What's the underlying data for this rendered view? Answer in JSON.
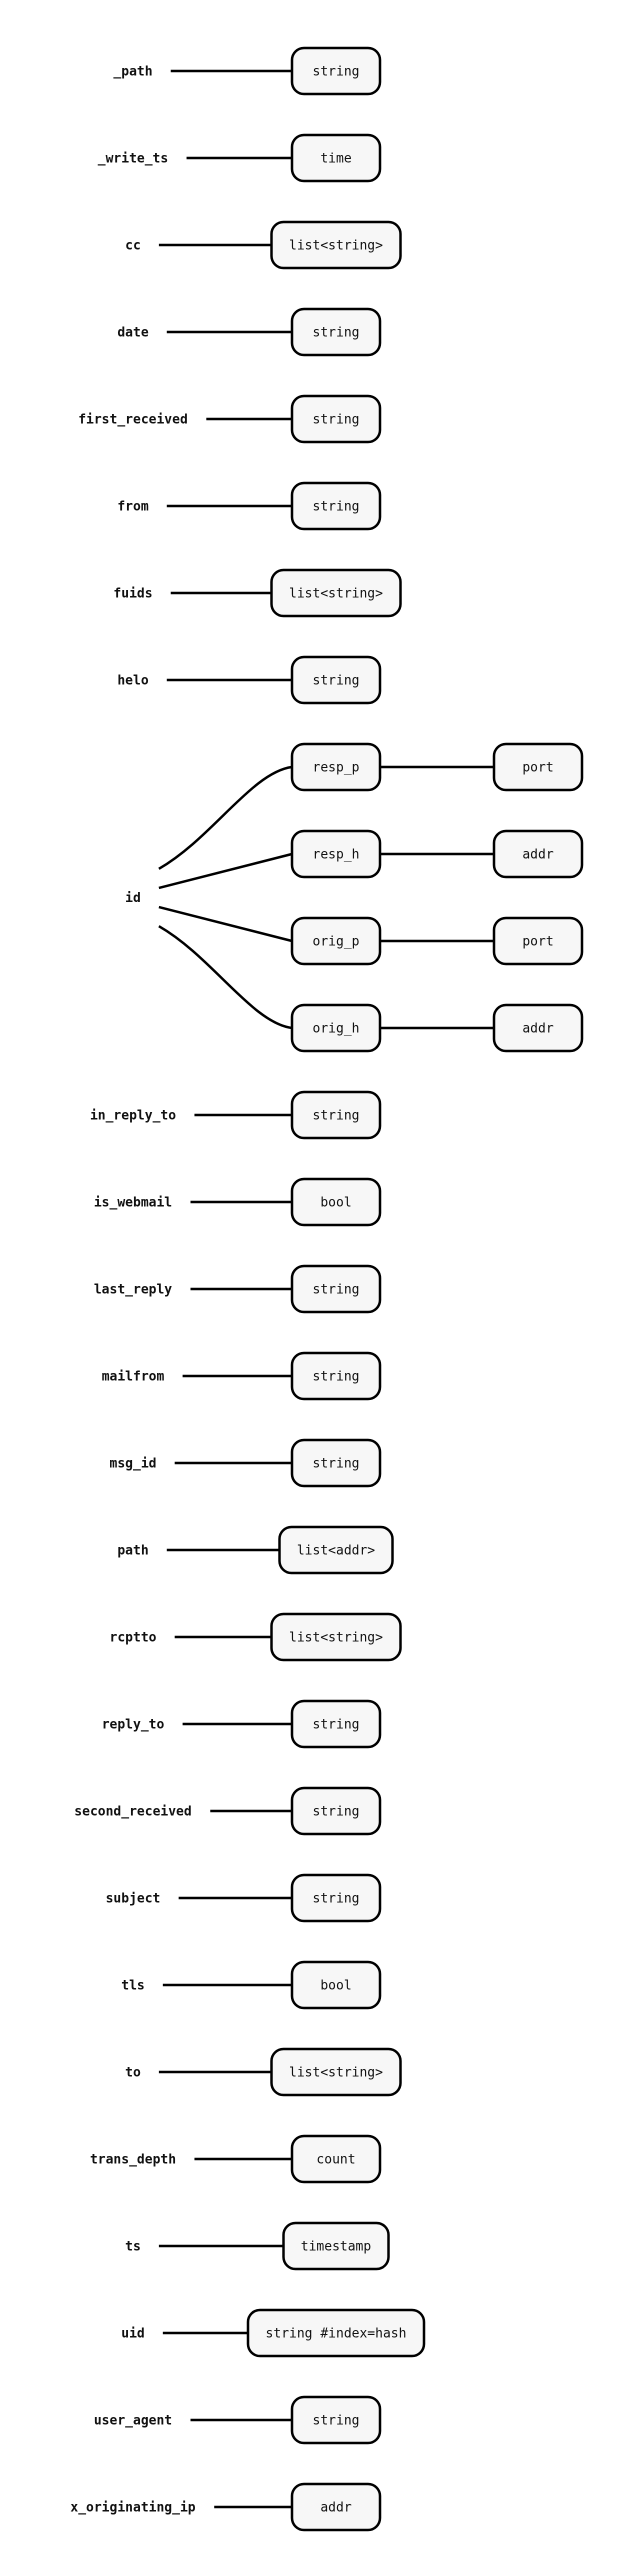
{
  "fields": [
    {
      "name": "_path",
      "type": "string"
    },
    {
      "name": "_write_ts",
      "type": "time"
    },
    {
      "name": "cc",
      "type": "list<string>"
    },
    {
      "name": "date",
      "type": "string"
    },
    {
      "name": "first_received",
      "type": "string"
    },
    {
      "name": "from",
      "type": "string"
    },
    {
      "name": "fuids",
      "type": "list<string>"
    },
    {
      "name": "helo",
      "type": "string"
    },
    {
      "name": "id",
      "children": [
        {
          "name": "resp_p",
          "type": "port"
        },
        {
          "name": "resp_h",
          "type": "addr"
        },
        {
          "name": "orig_p",
          "type": "port"
        },
        {
          "name": "orig_h",
          "type": "addr"
        }
      ]
    },
    {
      "name": "in_reply_to",
      "type": "string"
    },
    {
      "name": "is_webmail",
      "type": "bool"
    },
    {
      "name": "last_reply",
      "type": "string"
    },
    {
      "name": "mailfrom",
      "type": "string"
    },
    {
      "name": "msg_id",
      "type": "string"
    },
    {
      "name": "path",
      "type": "list<addr>"
    },
    {
      "name": "rcptto",
      "type": "list<string>"
    },
    {
      "name": "reply_to",
      "type": "string"
    },
    {
      "name": "second_received",
      "type": "string"
    },
    {
      "name": "subject",
      "type": "string"
    },
    {
      "name": "tls",
      "type": "bool"
    },
    {
      "name": "to",
      "type": "list<string>"
    },
    {
      "name": "trans_depth",
      "type": "count"
    },
    {
      "name": "ts",
      "type": "timestamp"
    },
    {
      "name": "uid",
      "type": "string #index=hash"
    },
    {
      "name": "user_agent",
      "type": "string"
    },
    {
      "name": "x_originating_ip",
      "type": "addr"
    }
  ]
}
